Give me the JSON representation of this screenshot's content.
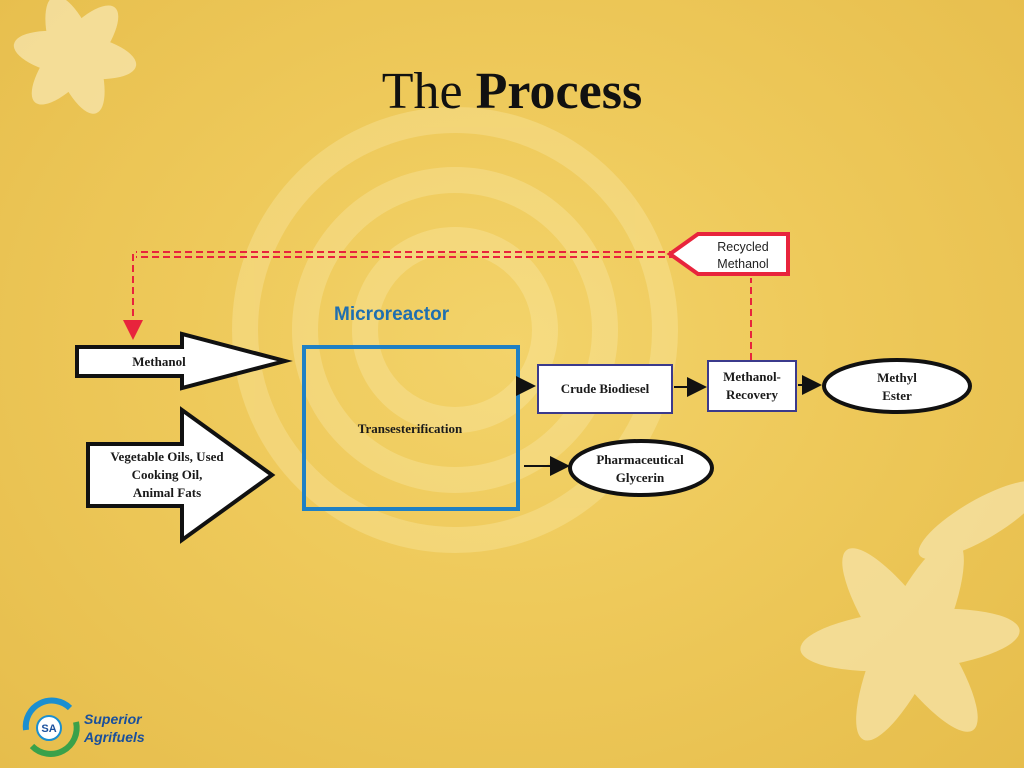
{
  "slide": {
    "title_regular": "The",
    "title_bold": "Process"
  },
  "diagram": {
    "microreactor_label": "Microreactor",
    "recycled_line1": "Recycled",
    "recycled_line2": "Methanol",
    "methanol_input": "Methanol",
    "oils_line1": "Vegetable Oils, Used",
    "oils_line2": "Cooking Oil,",
    "oils_line3": "Animal Fats",
    "reactor_label": "Transesterification",
    "crude_biodiesel": "Crude Biodiesel",
    "recovery_line1": "Methanol-",
    "recovery_line2": "Recovery",
    "ester_line1": "Methyl",
    "ester_line2": "Ester",
    "glycerin_line1": "Pharmaceutical",
    "glycerin_line2": "Glycerin"
  },
  "logo": {
    "monogram": "SA",
    "line1": "Superior",
    "line2": "Agrifuels"
  },
  "colors": {
    "reactor_blue": "#1f80c4",
    "recycle_red": "#e8243c",
    "box_purple": "#3b3a8c"
  }
}
